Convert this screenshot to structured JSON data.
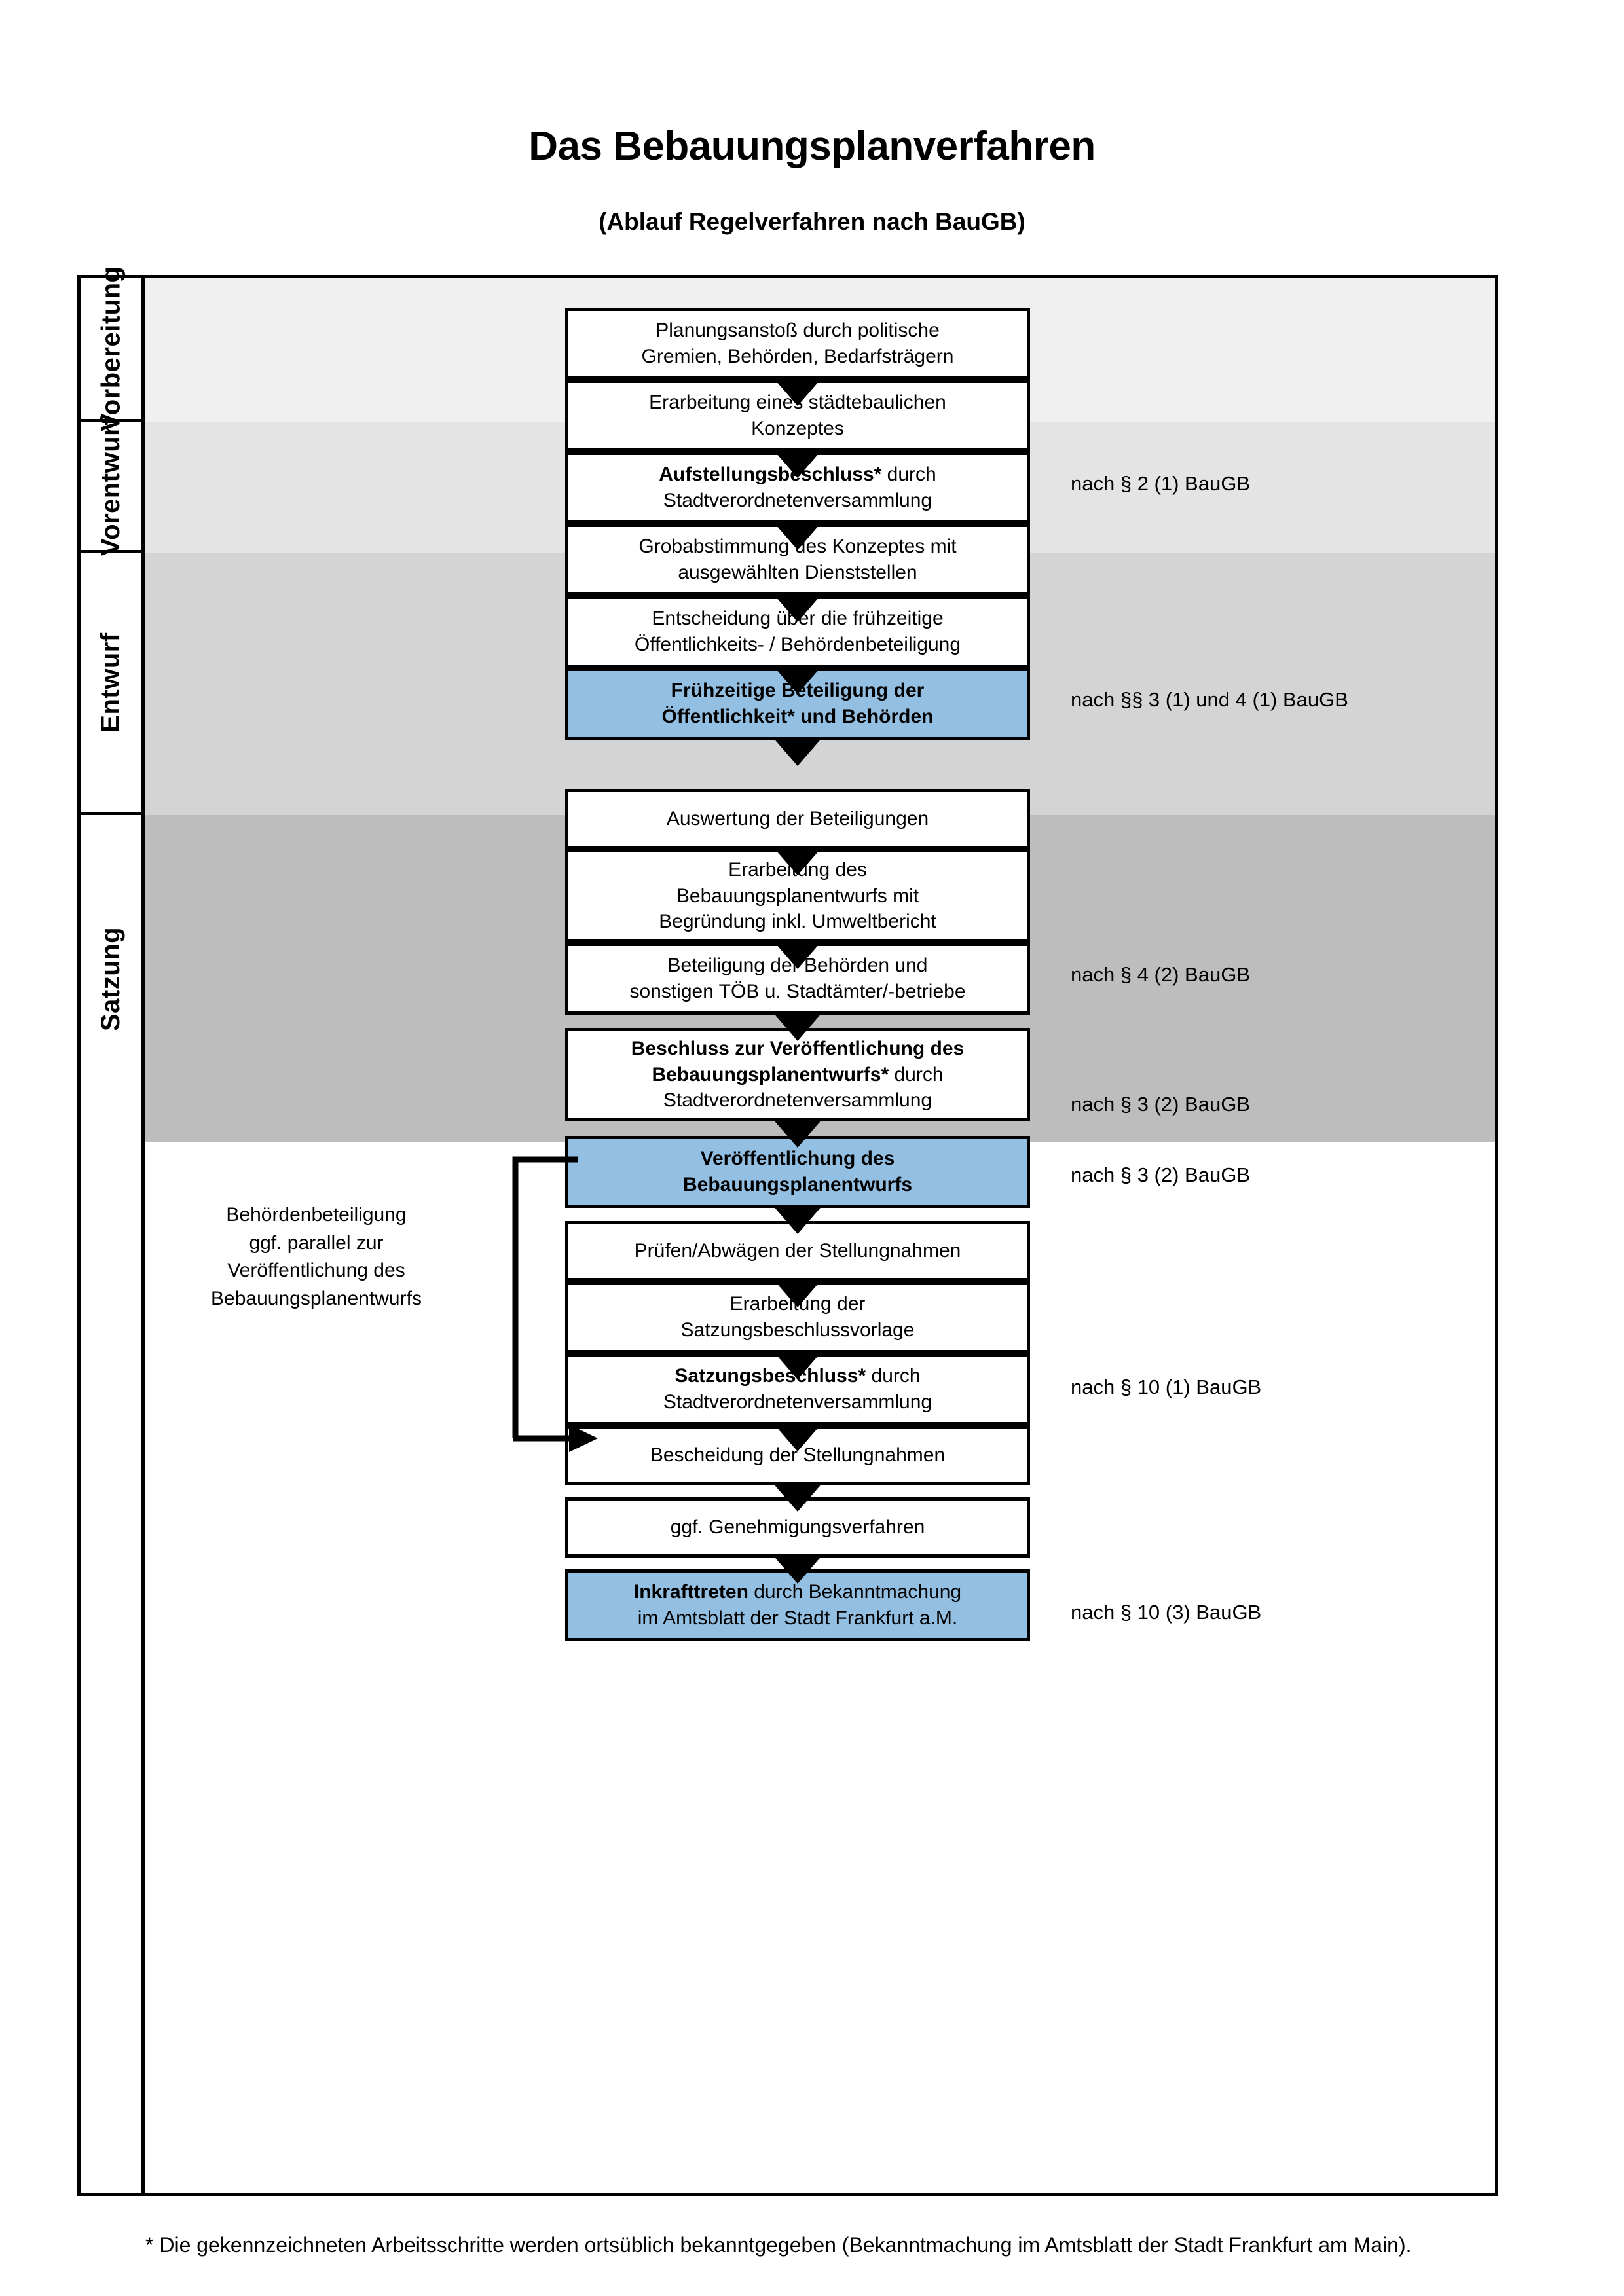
{
  "header": {
    "title": "Das Bebauungsplanverfahren",
    "subtitle": "(Ablauf Regelverfahren nach BauGB)"
  },
  "phases": [
    {
      "key": "vorbereitung",
      "label": "Vorbereitung"
    },
    {
      "key": "vorentwurf",
      "label": "Vorentwurf"
    },
    {
      "key": "entwurf",
      "label": "Entwurf"
    },
    {
      "key": "satzung",
      "label": "Satzung"
    }
  ],
  "steps": {
    "s1": {
      "l1": "Planungsanstoß durch politische",
      "l2": "Gremien, Behörden, Bedarfsträgern"
    },
    "s2": {
      "l1": "Erarbeitung eines städtebaulichen",
      "l2": "Konzeptes"
    },
    "s3": {
      "l1b": "Aufstellungsbeschluss*",
      "l1": " durch",
      "l2": "Stadtverordnetenversammlung"
    },
    "s4": {
      "l1": "Grobabstimmung des Konzeptes mit",
      "l2": "ausgewählten Dienststellen"
    },
    "s5": {
      "l1": "Entscheidung über die frühzeitige",
      "l2": "Öffentlichkeits- / Behördenbeteiligung"
    },
    "s6": {
      "l1": "Frühzeitige Beteiligung der",
      "l2": "Öffentlichkeit* und Behörden"
    },
    "s7": {
      "l1": "Auswertung der Beteiligungen"
    },
    "s8": {
      "l1": "Erarbeitung des",
      "l2": "Bebauungsplanentwurfs mit",
      "l3": "Begründung inkl. Umweltbericht"
    },
    "s9": {
      "l1": "Beteiligung der Behörden und",
      "l2": "sonstigen TÖB u. Stadtämter/-betriebe"
    },
    "s10": {
      "l1b": "Beschluss zur Veröffentlichung des",
      "l2b": "Bebauungsplanentwurfs*",
      "l2": " durch",
      "l3": "Stadtverordnetenversammlung"
    },
    "s11": {
      "l1": "Veröffentlichung des",
      "l2": "Bebauungsplanentwurfs"
    },
    "s12": {
      "l1": "Prüfen/Abwägen der Stellungnahmen"
    },
    "s13": {
      "l1": "Erarbeitung der",
      "l2": "Satzungsbeschlussvorlage"
    },
    "s14": {
      "l1b": "Satzungsbeschluss*",
      "l1": " durch",
      "l2": "Stadtverordnetenversammlung"
    },
    "s15": {
      "l1": "Bescheidung der Stellungnahmen"
    },
    "s16": {
      "l1": "ggf. Genehmigungsverfahren"
    },
    "s17": {
      "l1b": "Inkrafttreten",
      "l1": " durch Bekanntmachung",
      "l2": "im Amtsblatt der Stadt Frankfurt a.M."
    }
  },
  "legal_refs": {
    "r1": "nach § 2 (1) BauGB",
    "r2": "nach §§ 3 (1) und 4 (1) BauGB",
    "r3": "nach § 4 (2) BauGB",
    "r4": "nach § 3 (2) BauGB",
    "r5": "nach § 3 (2) BauGB",
    "r6": "nach § 10 (1) BauGB",
    "r7": "nach § 10 (3) BauGB"
  },
  "side_note": {
    "l1": "Behördenbeteiligung",
    "l2": "ggf. parallel zur",
    "l3": "Veröffentlichung des",
    "l4": "Bebauungsplanentwurfs"
  },
  "footnote": {
    "text": "* Die gekennzeichneten Arbeitsschritte werden ortsüblich bekanntgegeben (Bekanntmachung im Amtsblatt  der Stadt Frankfurt am Main)."
  },
  "colors": {
    "highlight_box": "#93bfe3",
    "band_vorbereitung": "#f0f0f0",
    "band_vorentwurf": "#e4e4e4",
    "band_entwurf": "#d4d4d4",
    "band_satzung": "#bdbdbd",
    "border": "#000000"
  }
}
